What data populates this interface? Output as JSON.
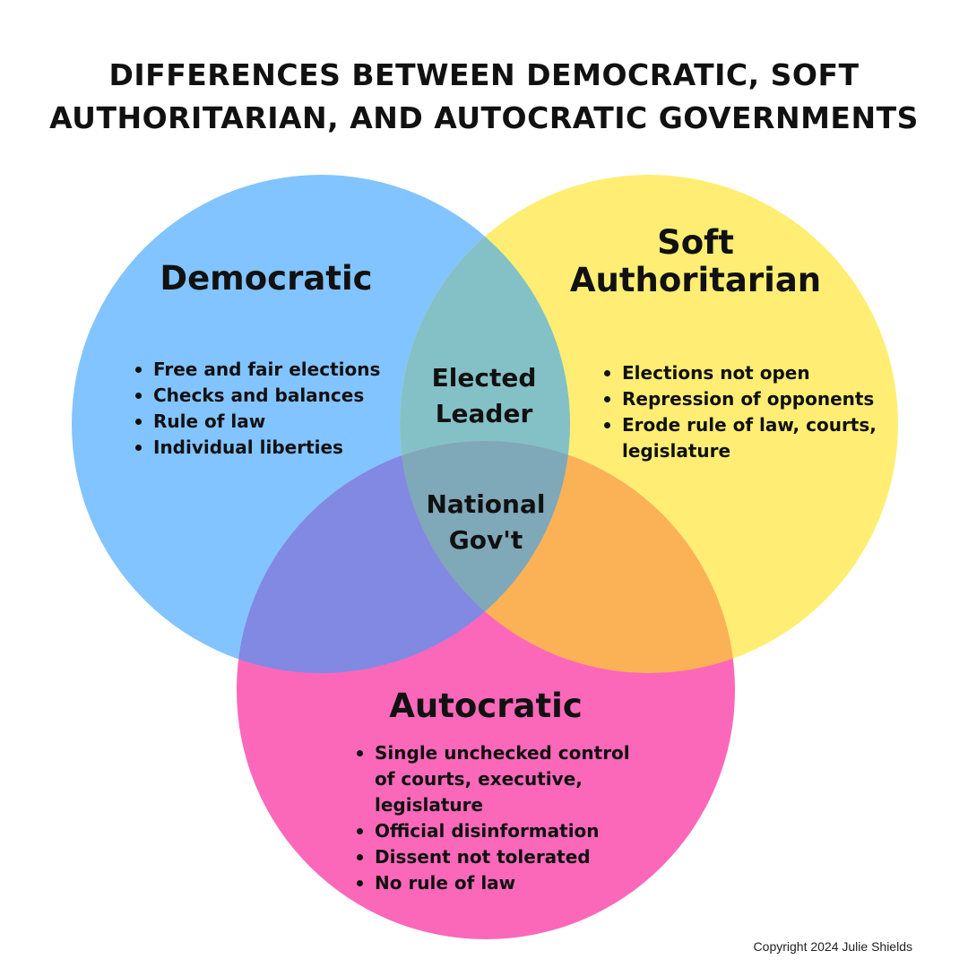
{
  "title": {
    "line1": "DIFFERENCES BETWEEN DEMOCRATIC, SOFT",
    "line2": "AUTHORITARIAN, AND AUTOCRATIC GOVERNMENTS"
  },
  "colors": {
    "democratic": "#82C4FF",
    "soft_authoritarian": "#FFEE73",
    "autocratic": "#FB68BA",
    "dem_soft_overlap": "#84C1C6",
    "dem_auto_overlap": "#8189E3",
    "soft_auto_overlap": "#FBB257",
    "center_overlap": "#7FA8B9"
  },
  "sets": {
    "democratic": {
      "label": "Democratic",
      "items": [
        "Free and fair elections",
        "Checks and balances",
        "Rule of law",
        "Individual liberties"
      ]
    },
    "soft_authoritarian": {
      "label_line1": "Soft",
      "label_line2": "Authoritarian",
      "items": [
        "Elections not open",
        "Repression of opponents",
        "Erode rule of law, courts, legislature"
      ]
    },
    "autocratic": {
      "label": "Autocratic",
      "items": [
        "Single unchecked control of courts, executive, legislature",
        "Official disinformation",
        "Dissent not tolerated",
        "No rule of law"
      ]
    }
  },
  "overlaps": {
    "democratic_soft": {
      "line1": "Elected",
      "line2": "Leader"
    },
    "center": {
      "line1": "National",
      "line2": "Gov't"
    }
  },
  "copyright": "Copyright 2024 Julie Shields"
}
